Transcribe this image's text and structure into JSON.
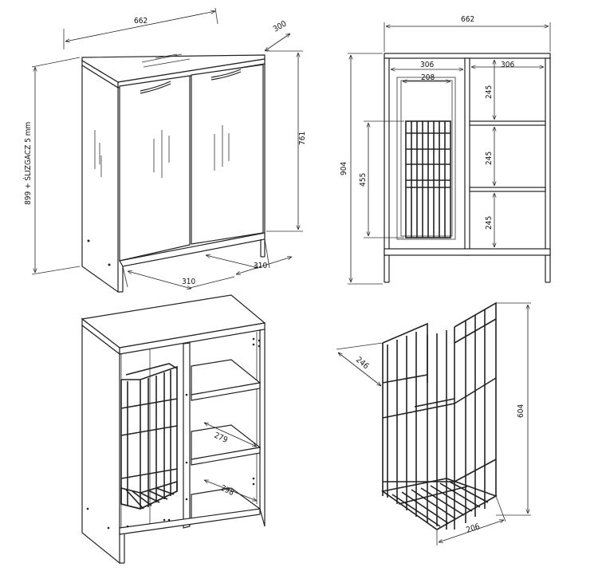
{
  "views": {
    "closed_cabinet": {
      "width_label": "662",
      "depth_label": "300",
      "height_label": "899 + ŚLIZGACZ 5 mm",
      "door_height_label": "761",
      "leg_span_front_label": "310",
      "leg_span_side_label": "310"
    },
    "front_elevation": {
      "width_label": "662",
      "left_compartment_label": "306",
      "right_compartment_label": "306",
      "basket_width_label": "208",
      "height_label": "904",
      "basket_height_label": "455",
      "shelf_gap_top_label": "245",
      "shelf_gap_mid_label": "245",
      "shelf_gap_bottom_label": "245"
    },
    "open_cabinet": {
      "shelf_depth_label": "279",
      "bottom_depth_label": "298"
    },
    "basket_detail": {
      "depth_label": "246",
      "height_label": "604",
      "width_label": "206"
    }
  }
}
